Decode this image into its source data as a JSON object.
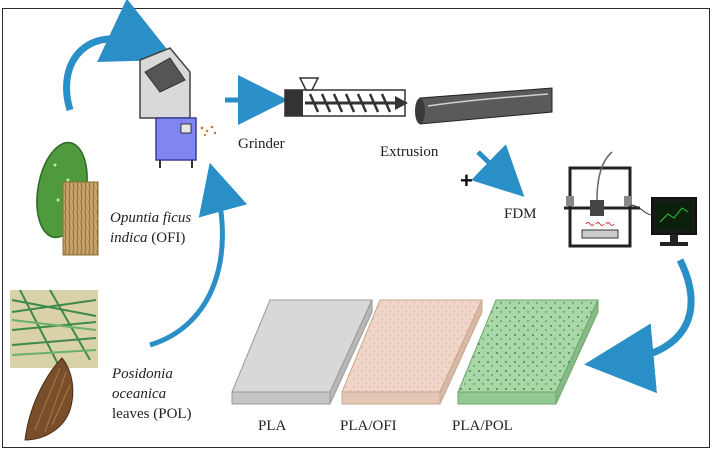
{
  "diagram": {
    "steps": {
      "grinder": "Grinder",
      "extrusion": "Extrusion",
      "fdm": "FDM",
      "plus": "+"
    },
    "sources": {
      "ofi": {
        "name_italic_line1": "Opuntia ficus",
        "name_italic_line2": "indica",
        "abbrev": "(OFI)"
      },
      "pol": {
        "name_italic_line1": "Posidonia",
        "name_italic_line2": "oceanica",
        "line3": "leaves (POL)"
      }
    },
    "samples": [
      {
        "label": "PLA",
        "color": "#cfcfcf"
      },
      {
        "label": "PLA/OFI",
        "color": "#f0d6c8"
      },
      {
        "label": "PLA/POL",
        "color": "#a8d8a8"
      }
    ],
    "colors": {
      "arrow": "#2a8fc7",
      "machine_blue": "#7f86f0",
      "cactus": "#4f9a3c",
      "fiber": "#b8955c"
    }
  }
}
